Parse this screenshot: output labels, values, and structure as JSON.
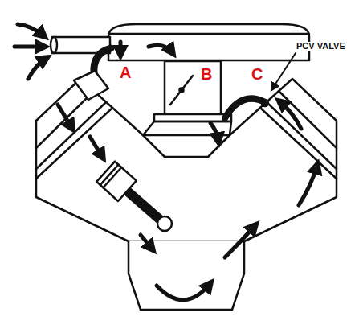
{
  "diagram": {
    "labels": [
      "A",
      "B",
      "C",
      "PCV VALVE"
    ]
  }
}
